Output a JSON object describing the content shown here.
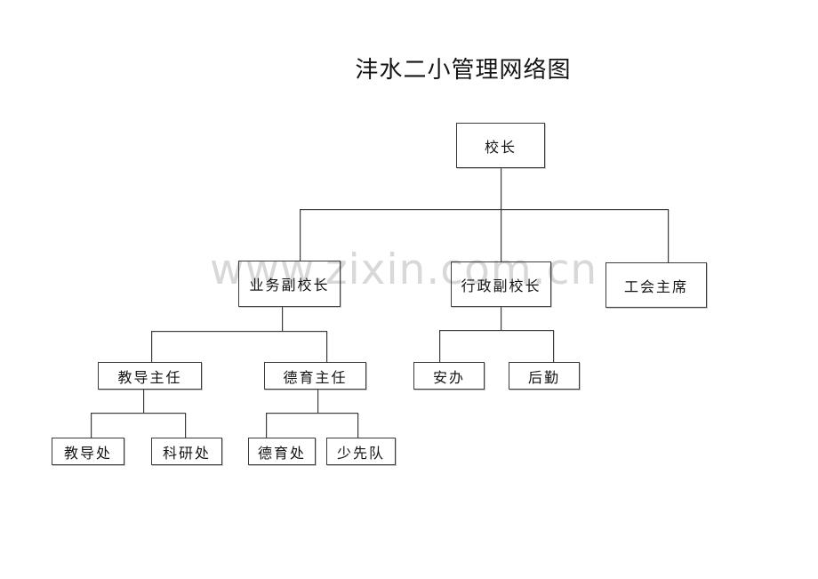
{
  "title": "沣水二小管理网络图",
  "watermark": "www.zixin.com.cn",
  "colors": {
    "background": "#ffffff",
    "text": "#141414",
    "border": "#3c3c3c",
    "line": "#3c3c3c",
    "watermark": "#d8d8d8"
  },
  "nodes": {
    "principal": {
      "label": "校长"
    },
    "vp_business": {
      "label": "业务副校长"
    },
    "vp_admin": {
      "label": "行政副校长"
    },
    "union_chair": {
      "label": "工会主席"
    },
    "dean_teaching": {
      "label": "教导主任"
    },
    "dean_moral": {
      "label": "德育主任"
    },
    "security_office": {
      "label": "安办"
    },
    "logistics": {
      "label": "后勤"
    },
    "teaching_office": {
      "label": "教导处"
    },
    "research_office": {
      "label": "科研处"
    },
    "moral_office": {
      "label": "德育处"
    },
    "young_pioneers": {
      "label": "少先队"
    }
  },
  "edges": [
    [
      "principal",
      "vp_business"
    ],
    [
      "principal",
      "vp_admin"
    ],
    [
      "principal",
      "union_chair"
    ],
    [
      "vp_business",
      "dean_teaching"
    ],
    [
      "vp_business",
      "dean_moral"
    ],
    [
      "vp_admin",
      "security_office"
    ],
    [
      "vp_admin",
      "logistics"
    ],
    [
      "dean_teaching",
      "teaching_office"
    ],
    [
      "dean_teaching",
      "research_office"
    ],
    [
      "dean_moral",
      "moral_office"
    ],
    [
      "dean_moral",
      "young_pioneers"
    ]
  ]
}
